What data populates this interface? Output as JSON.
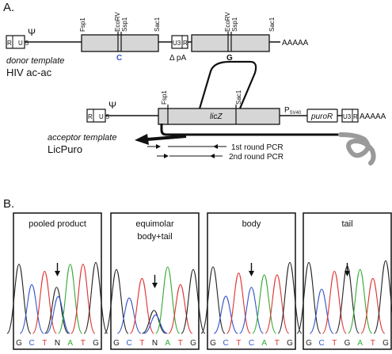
{
  "panel_a": {
    "label": "A.",
    "donor": {
      "ltr_left": "R U5",
      "psi": "Ψ",
      "sites_left": [
        "Fsp1",
        "EcoRV",
        "Ssp1",
        "Sac1"
      ],
      "base_left": "C",
      "delta_ltr_left": "U3",
      "delta_ltr_right": "R",
      "delta_pa": "Δ pA",
      "sites_right": [
        "EcoRV",
        "Ssp1",
        "Sac1"
      ],
      "base_right": "G",
      "polya": "AAAAA",
      "label_line1": "donor template",
      "label_line2": "HIV ac-ac"
    },
    "acceptor": {
      "ltr_left": "R U5",
      "psi": "Ψ",
      "site_fsp1": "Fsp1",
      "site_sac1": "Sac1",
      "gene": "licZ",
      "promoter": "P",
      "promoter_sub": "SV40",
      "marker": "puroR",
      "ltr_u3": "U3",
      "ltr_r": "R",
      "polya": "AAAAA",
      "label_line1": "acceptor template",
      "label_line2": "LicPuro"
    },
    "pcr": {
      "round1": "1st round PCR",
      "round2": "2nd round PCR"
    }
  },
  "panel_b": {
    "label": "B.",
    "colors": {
      "G": "#222222",
      "C": "#3355cc",
      "T": "#e03030",
      "A": "#33aa33"
    },
    "panels": [
      {
        "title_line1": "pooled product",
        "title_line2": "",
        "bases": [
          "G",
          "C",
          "T",
          "N",
          "A",
          "T",
          "G"
        ]
      },
      {
        "title_line1": "equimolar",
        "title_line2": "body+tail",
        "bases": [
          "G",
          "C",
          "T",
          "N",
          "A",
          "T",
          "G"
        ]
      },
      {
        "title_line1": "body",
        "title_line2": "",
        "bases": [
          "G",
          "C",
          "T",
          "C",
          "A",
          "T",
          "G"
        ]
      },
      {
        "title_line1": "tail",
        "title_line2": "",
        "bases": [
          "G",
          "C",
          "T",
          "G",
          "A",
          "T",
          "G"
        ]
      }
    ]
  }
}
